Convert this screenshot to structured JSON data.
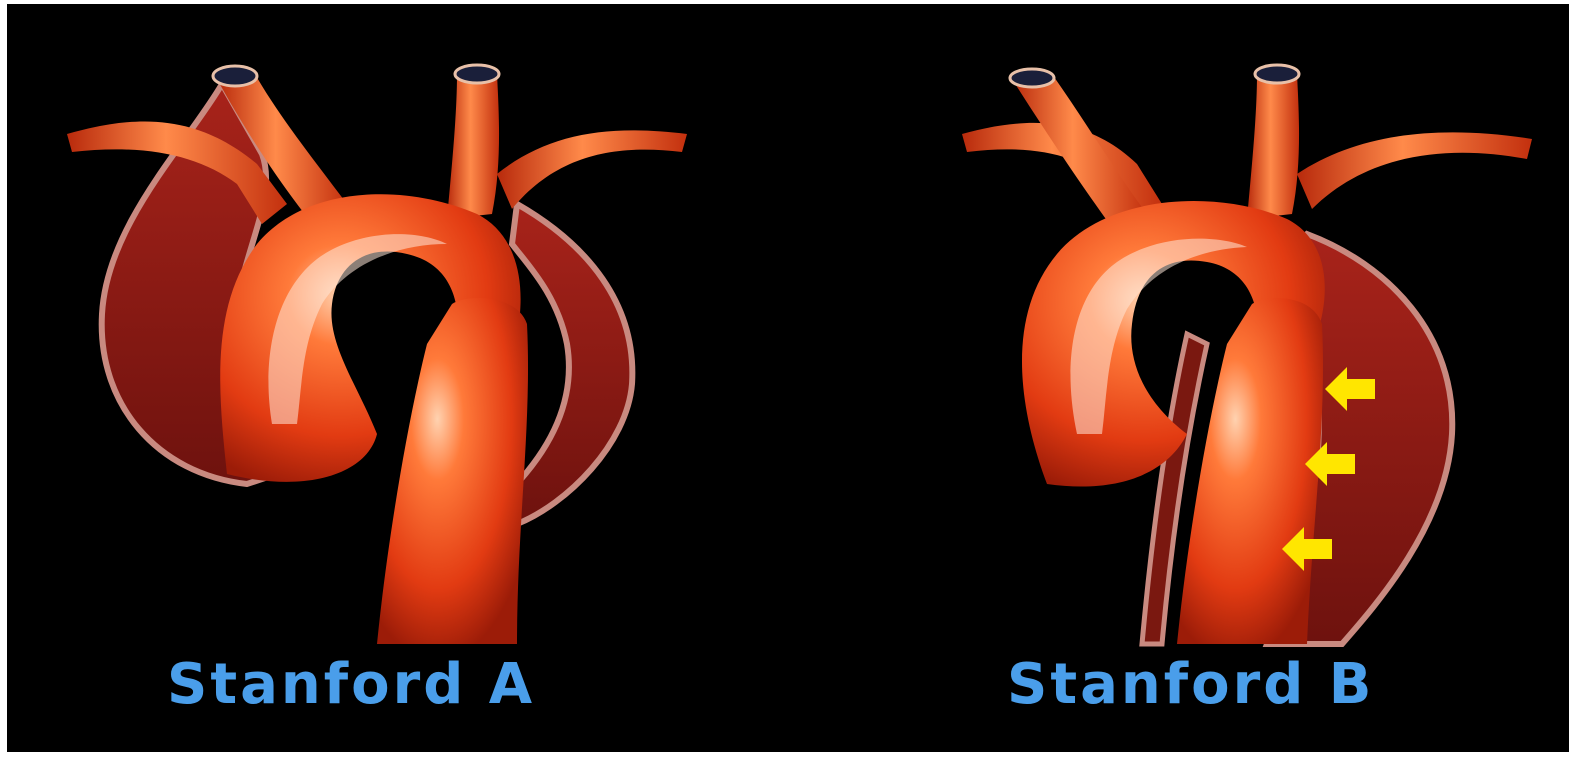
{
  "captions": {
    "type_a": "Stanford A",
    "type_b": "Stanford B"
  },
  "colors": {
    "background": "#000000",
    "aorta": "#e8401c",
    "dissection_lumen": "#8e1a14",
    "caption": "#4a9eea",
    "arrow": "#ffe600"
  },
  "arrows": {
    "icon": "yellow-left-arrow-icon",
    "count": 3
  }
}
